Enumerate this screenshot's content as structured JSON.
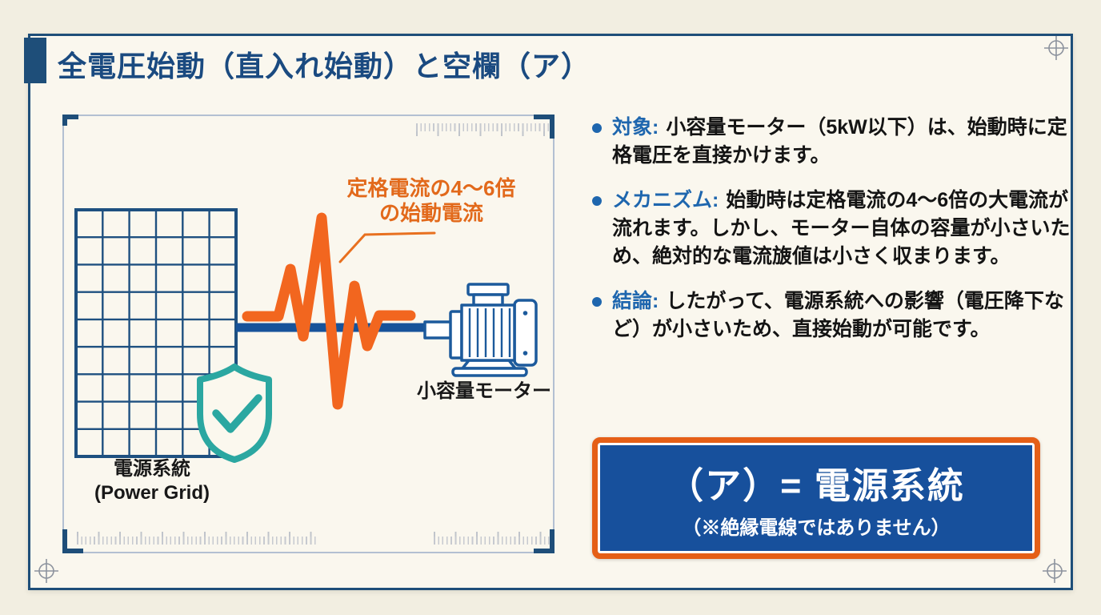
{
  "title": "全電圧始動（直入れ始動）と空欄（ア）",
  "diagram": {
    "waveform_label_line1": "定格電流の4〜6倍",
    "waveform_label_line2": "の始動電流",
    "grid_label_ja": "電源系統",
    "grid_label_en": "(Power Grid)",
    "motor_label": "小容量モーター"
  },
  "bullets": [
    {
      "leader": "対象:",
      "text": "小容量モーター（5kW以下）は、始動時に定格電圧を直接かけます。"
    },
    {
      "leader": "メカニズム:",
      "text": "始動時は定格電流の4〜6倍の大電流が流れます。しかし、モーター自体の容量が小さいため、絶対的な電流旇値は小さく収まります。"
    },
    {
      "leader": "結論:",
      "text": "したがって、電源系統への影響（電圧降下など）が小さいため、直接始動が可能です。"
    }
  ],
  "answer_box": {
    "main": "（ア）= 電源系統",
    "note": "（※絶縁電線ではありません）"
  },
  "colors": {
    "navy": "#1e4e79",
    "title_blue": "#1a4a80",
    "leader_blue": "#1e66ae",
    "wire_blue": "#17539a",
    "orange": "#f2661f",
    "label_orange": "#e2691b",
    "box_border_orange": "#e55f17",
    "box_blue": "#17509c",
    "teal": "#2ba7a1",
    "card_bg": "#faf7ee",
    "page_bg": "#f2eee1"
  }
}
